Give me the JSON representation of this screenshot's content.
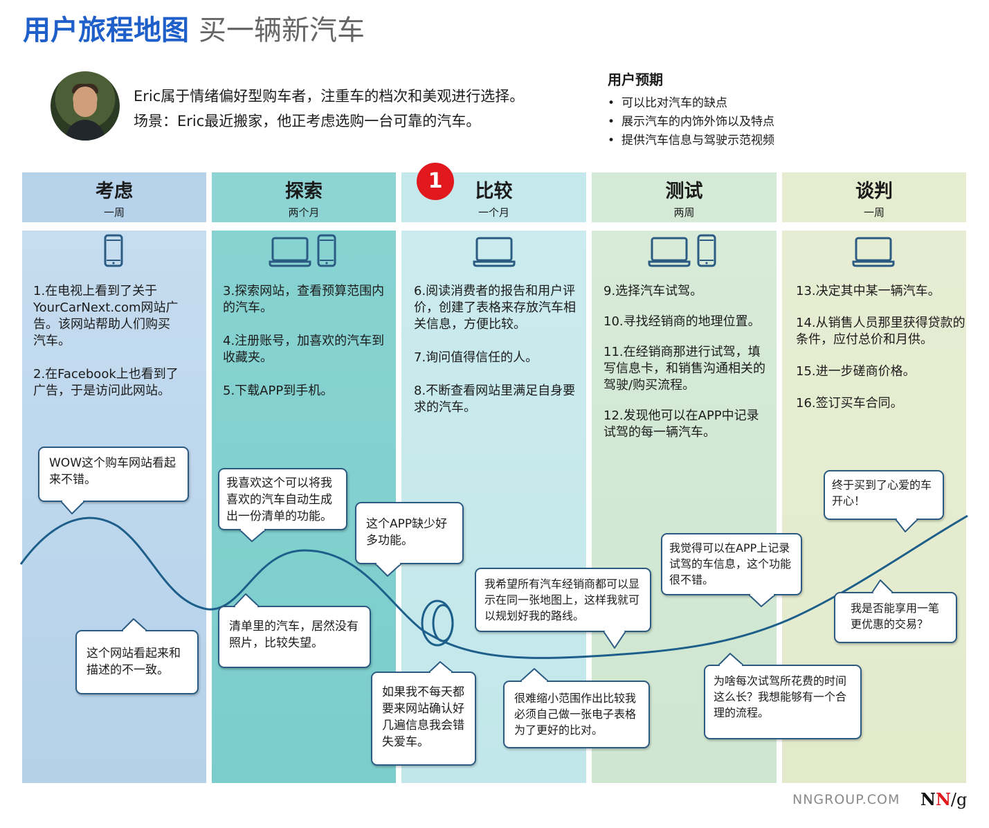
{
  "title": {
    "main": "用户旅程地图",
    "sub": "买一辆新汽车"
  },
  "persona": {
    "line1": "Eric属于情绪偏好型购车者，注重车的档次和美观进行选择。",
    "line2": "场景：Eric最近搬家，他正考虑选购一台可靠的汽车。"
  },
  "expectations": {
    "heading": "用户预期",
    "items": [
      "可以比对汽车的缺点",
      "展示汽车的内饰外饰以及特点",
      "提供汽车信息与驾驶示范视频"
    ]
  },
  "badge": "1",
  "phases": [
    {
      "name": "考虑",
      "duration": "一周",
      "actions": [
        "1.在电视上看到了关于YourCarNext.com网站广告。该网站帮助人们购买汽车。",
        "2.在Facebook上也看到了广告，于是访问此网站。"
      ]
    },
    {
      "name": "探索",
      "duration": "两个月",
      "actions": [
        "3.探索网站，查看预算范围内的汽车。",
        "4.注册账号，加喜欢的汽车到收藏夹。",
        "5.下载APP到手机。"
      ]
    },
    {
      "name": "比较",
      "duration": "一个月",
      "actions": [
        "6.阅读消费者的报告和用户评价，创建了表格来存放汽车相关信息，方便比较。",
        "7.询问值得信任的人。",
        "8.不断查看网站里满足自身要求的汽车。"
      ]
    },
    {
      "name": "测试",
      "duration": "两周",
      "actions": [
        "9.选择汽车试驾。",
        "10.寻找经销商的地理位置。",
        "11.在经销商那进行试驾，填写信息卡，和销售沟通相关的驾驶/购买流程。",
        "12.发现他可以在APP中记录试驾的每一辆汽车。"
      ]
    },
    {
      "name": "谈判",
      "duration": "一周",
      "actions": [
        "13.决定其中某一辆汽车。",
        "14.从销售人员那里获得贷款的条件，应付总价和月供。",
        "15.进一步磋商价格。",
        "16.签订买车合同。"
      ]
    }
  ],
  "bubbles": [
    "WOW这个购车网站看起来不错。",
    "这个网站看起来和描述的不一致。",
    "我喜欢这个可以将我喜欢的汽车自动生成出一份清单的功能。",
    "清单里的汽车，居然没有照片，比较失望。",
    "这个APP缺少好多功能。",
    "如果我不每天都要来网站确认好几遍信息我会错失爱车。",
    "我希望所有汽车经销商都可以显示在同一张地图上，这样我就可以规划好我的路线。",
    "很难缩小范围作出比较我必须自己做一张电子表格为了更好的比对。",
    "我觉得可以在APP上记录试驾的车信息，这个功能很不错。",
    "为啥每次试驾所花费的时间这么长？我想能够有一个合理的流程。",
    "终于买到了心爱的车开心！",
    "我是否能享用一笔更优惠的交易？"
  ],
  "footer": {
    "site": "NNGROUP.COM",
    "logo_n1": "N",
    "logo_n2": "N",
    "logo_g": "/g"
  },
  "colors": {
    "title_blue": "#1f5fc9",
    "curve": "#1d5f8a",
    "badge_red": "#e1191f"
  }
}
